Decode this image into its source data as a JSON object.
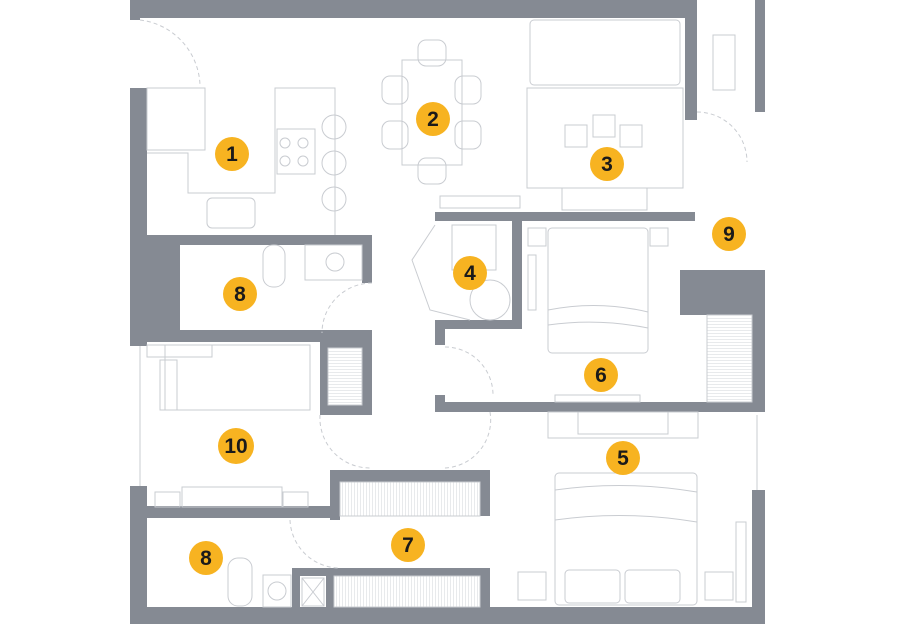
{
  "colors": {
    "wall": "#858a93",
    "badge": "#f7b321",
    "furniture": "#c9ccd1"
  },
  "rooms": [
    {
      "label": "1"
    },
    {
      "label": "2"
    },
    {
      "label": "3"
    },
    {
      "label": "4"
    },
    {
      "label": "5"
    },
    {
      "label": "6"
    },
    {
      "label": "7"
    },
    {
      "label": "8"
    },
    {
      "label": "8"
    },
    {
      "label": "9"
    },
    {
      "label": "10"
    }
  ]
}
